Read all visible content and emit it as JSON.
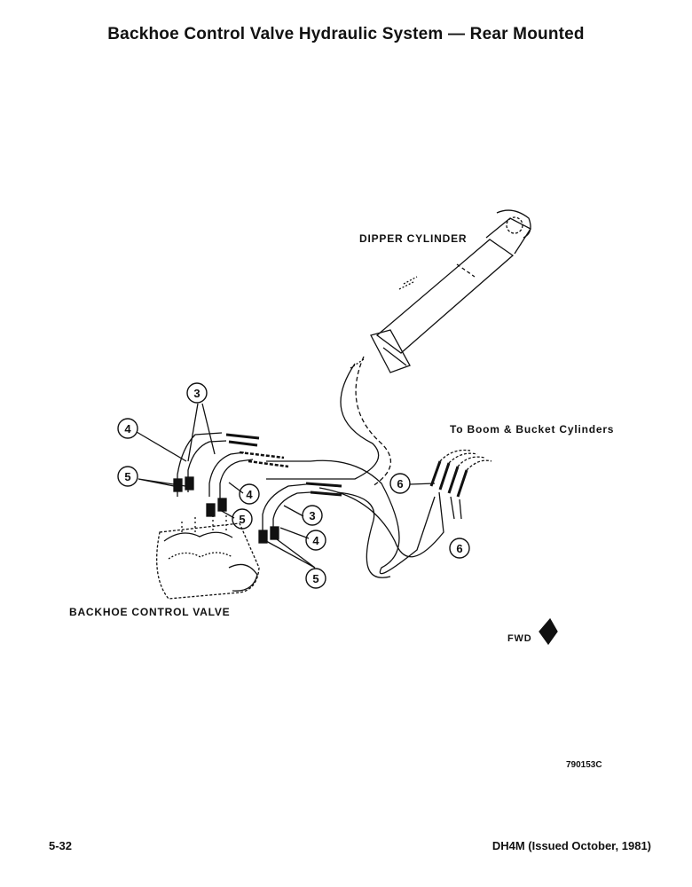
{
  "page": {
    "title": "Backhoe Control Valve Hydraulic System — Rear Mounted",
    "page_number": "5-32",
    "manual_ref": "DH4M (Issued October, 1981)",
    "figure_id": "790153C"
  },
  "labels": {
    "dipper_cylinder": "DIPPER CYLINDER",
    "boom_bucket": "To Boom & Bucket Cylinders",
    "control_valve": "BACKHOE CONTROL VALVE",
    "fwd": "FWD"
  },
  "callouts": {
    "c3": "3",
    "c4": "4",
    "c5": "5",
    "c6": "6"
  }
}
